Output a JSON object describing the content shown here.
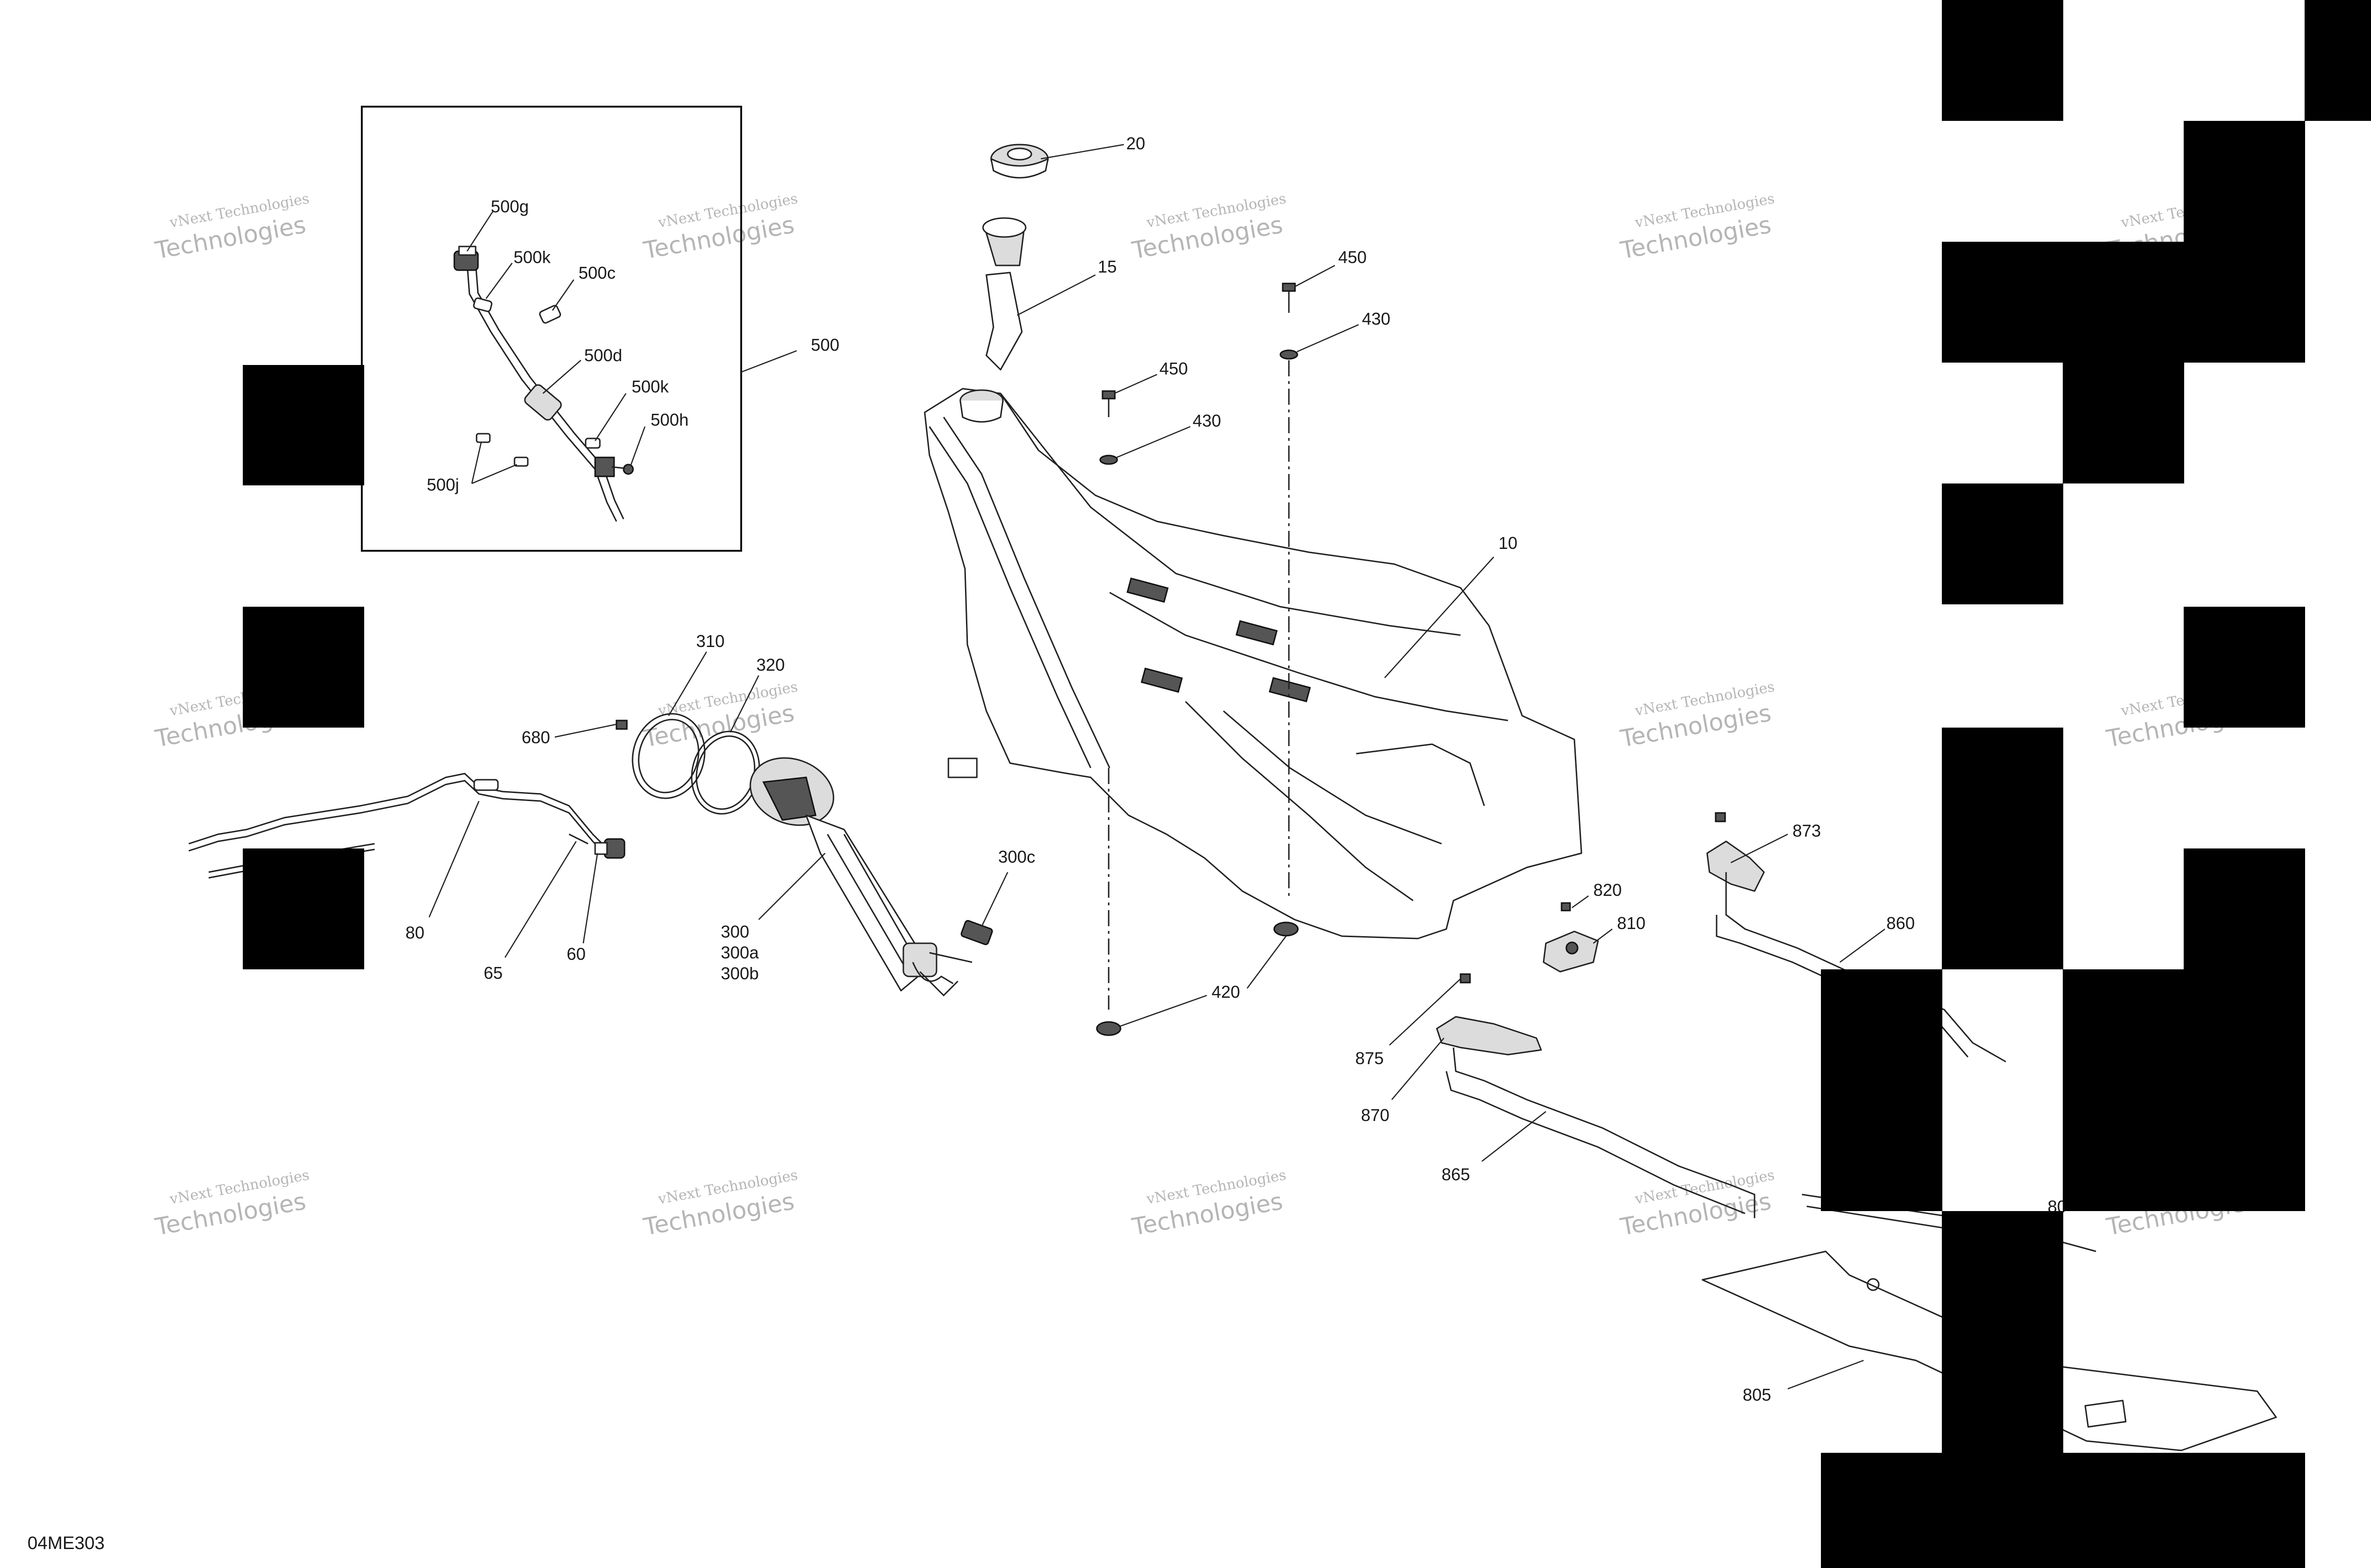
{
  "figure_code": "04ME303",
  "watermark": {
    "line1": "vNext Technologies",
    "line2": "Technologies"
  },
  "callouts": {
    "c20": "20",
    "c15": "15",
    "c450a": "450",
    "c430a": "430",
    "c450b": "450",
    "c430b": "430",
    "c10": "10",
    "c500": "500",
    "c500g": "500g",
    "c500k_top": "500k",
    "c500c": "500c",
    "c500d": "500d",
    "c500k_mid": "500k",
    "c500h": "500h",
    "c500j": "500j",
    "c310": "310",
    "c320": "320",
    "c680": "680",
    "c300c": "300c",
    "c300": "300",
    "c300a": "300a",
    "c300b": "300b",
    "c80": "80",
    "c65": "65",
    "c60": "60",
    "c420": "420",
    "c820": "820",
    "c810": "810",
    "c873": "873",
    "c860": "860",
    "c875": "875",
    "c870": "870",
    "c865": "865",
    "c80x": "80",
    "c805": "805"
  }
}
